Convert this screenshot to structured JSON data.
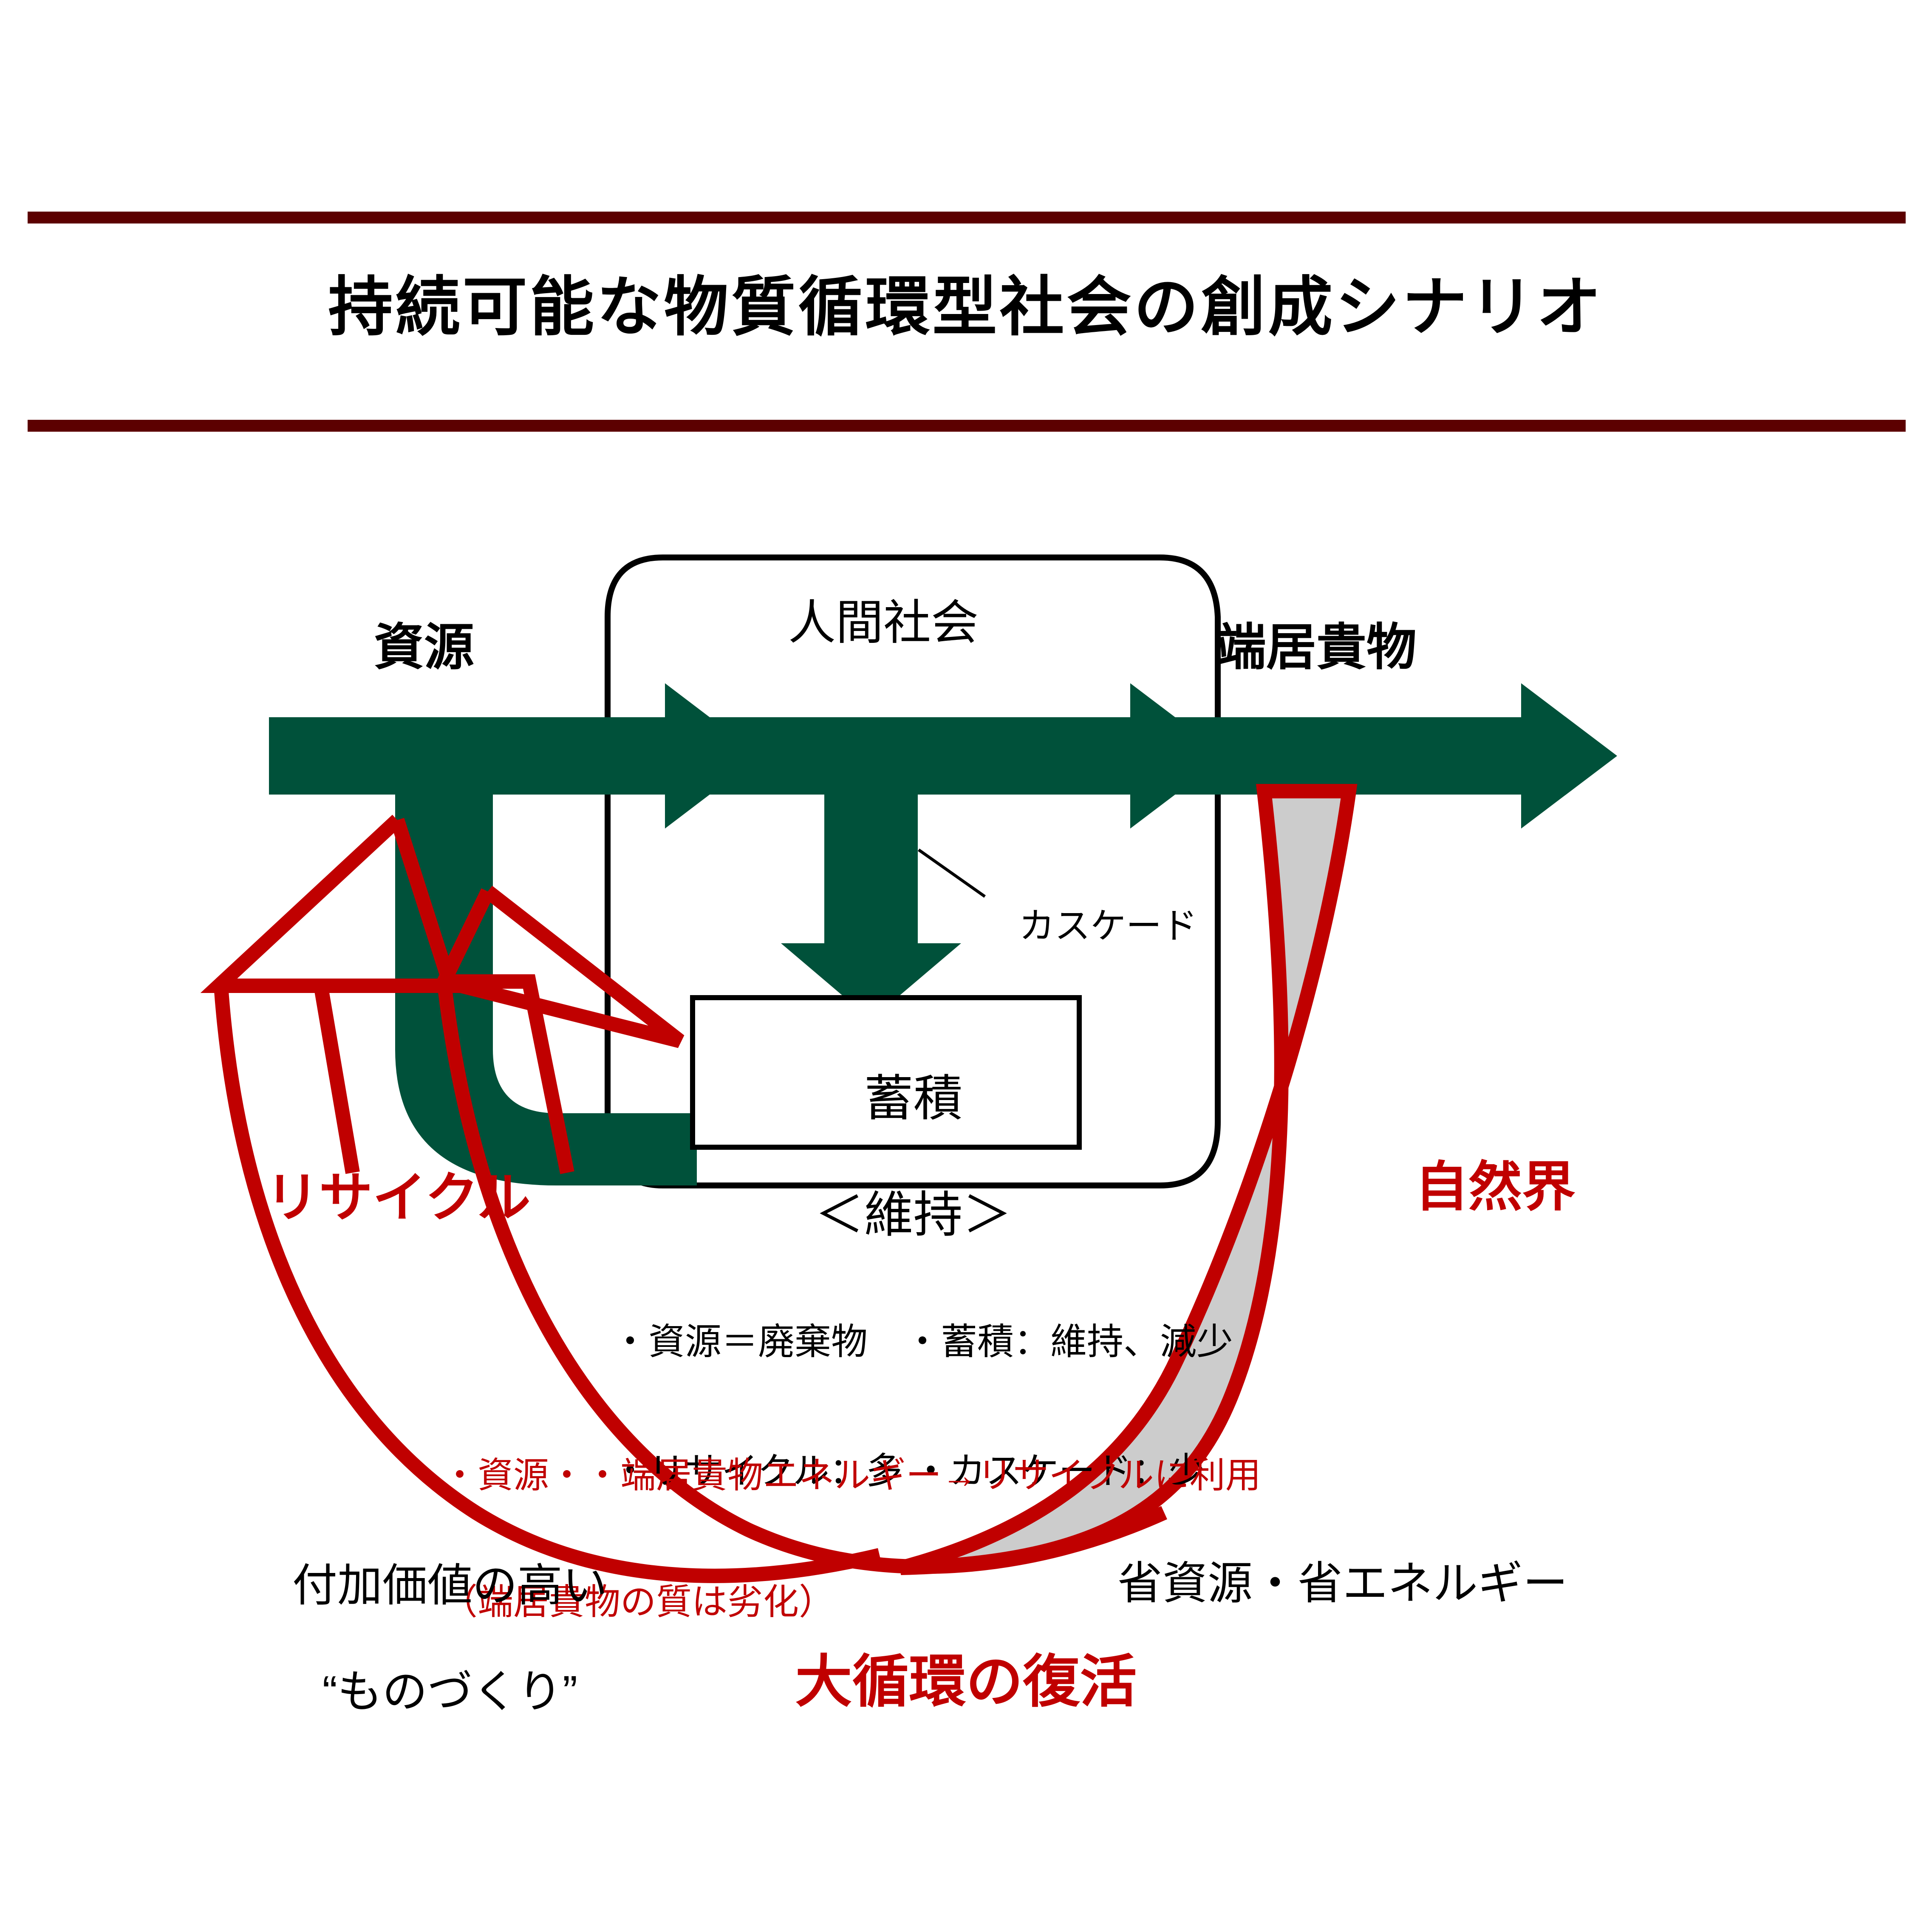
{
  "page": {
    "title": "持続可能な物質循環型社会の創成シナリオ",
    "bottom_title": "大循環の復活"
  },
  "colors": {
    "rule": "#5C0000",
    "flow_green": "#00513A",
    "accent_red": "#C00000",
    "nature_band_fill": "#CCCCCC",
    "text_black": "#000000"
  },
  "diagram": {
    "inflow_label": "資源",
    "society_label": "人間社会",
    "outflow_label": "端居貴物",
    "cascade_label": "カスケード",
    "stock_line1": "蓄積",
    "stock_line2": "＜維持＞",
    "recycle_label": "リサイクル",
    "nature_label": "自然界",
    "notes": [
      "・資源＝廃棄物　・蓄積：維持、減少",
      "・リサイクル：多 ・カスケード：少"
    ],
    "red_notes": [
      "・資源・・端居貴物エネルギー→リサイクルに利用",
      "（端居貴物の質は劣化）"
    ],
    "bottom_left_line1": "付加価値の高い",
    "bottom_left_line2": "“ものづくり”",
    "bottom_right_label": "省資源・省エネルギー"
  }
}
